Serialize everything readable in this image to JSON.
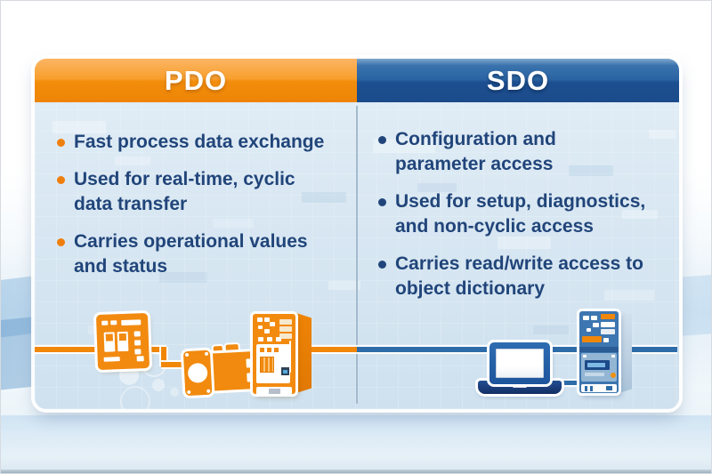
{
  "slide": {
    "text_color": "#21457A",
    "columns": [
      {
        "id": "pdo",
        "title": "PDO",
        "accent_color": "#F18A0E",
        "bullet_color": "#EE7F0E",
        "bullets": [
          "Fast process data exchange",
          "Used for real-time, cyclic\ndata transfer",
          "Carries operational values\nand status"
        ],
        "illustration": {
          "device_icons": [
            "circuit-breaker-icon",
            "servo-motor-icon",
            "drive-cabinet-icon"
          ],
          "bus_color": "#F08708"
        }
      },
      {
        "id": "sdo",
        "title": "SDO",
        "accent_color": "#235EA0",
        "bullet_color": "#21457A",
        "bullets": [
          "Configuration and\nparameter access",
          "Used for setup, diagnostics,\nand non-cyclic access",
          "Carries read/write access to\nobject dictionary"
        ],
        "illustration": {
          "device_icons": [
            "laptop-icon",
            "servo-drive-icon"
          ],
          "bus_color": "#2D6CA8"
        }
      }
    ]
  }
}
